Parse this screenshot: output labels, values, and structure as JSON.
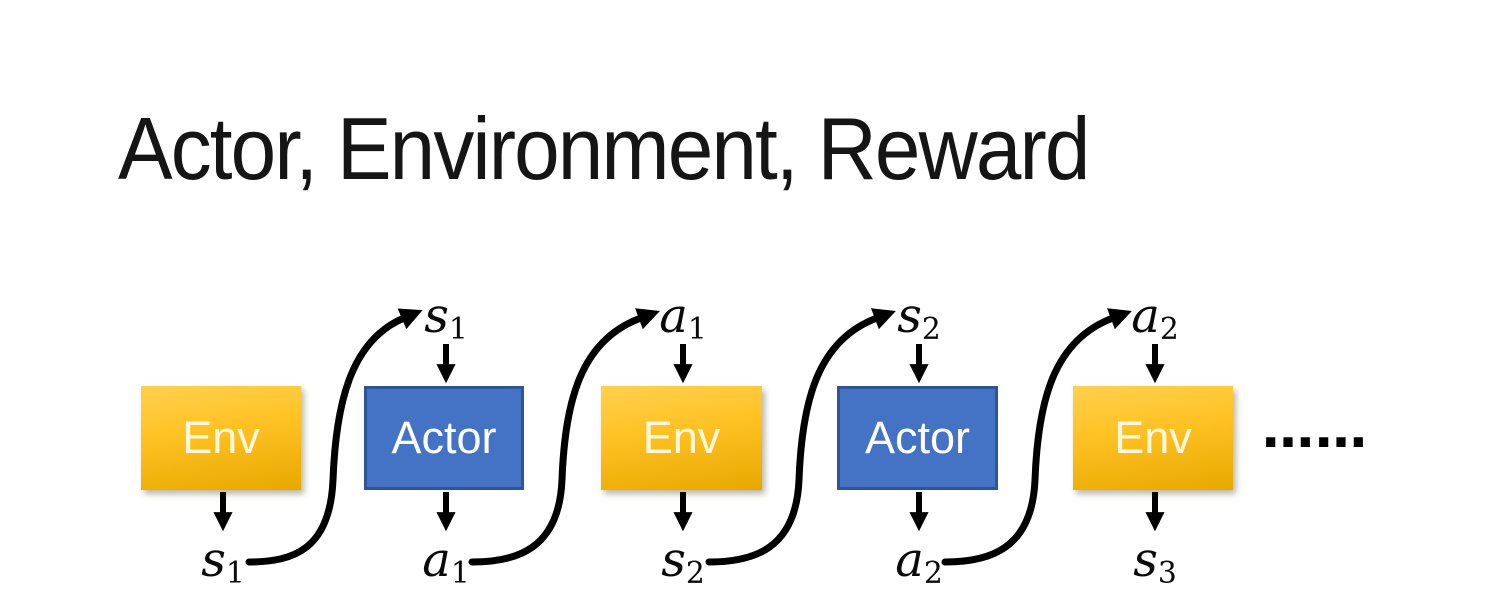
{
  "title": "Actor, Environment, Reward",
  "diagram": {
    "boxes": [
      {
        "label": "Env",
        "type": "env"
      },
      {
        "label": "Actor",
        "type": "actor"
      },
      {
        "label": "Env",
        "type": "env"
      },
      {
        "label": "Actor",
        "type": "actor"
      },
      {
        "label": "Env",
        "type": "env"
      }
    ],
    "top_labels": [
      {
        "base": "s",
        "sub": "1"
      },
      {
        "base": "a",
        "sub": "1"
      },
      {
        "base": "s",
        "sub": "2"
      },
      {
        "base": "a",
        "sub": "2"
      }
    ],
    "bottom_labels": [
      {
        "base": "s",
        "sub": "1"
      },
      {
        "base": "a",
        "sub": "1"
      },
      {
        "base": "s",
        "sub": "2"
      },
      {
        "base": "a",
        "sub": "2"
      },
      {
        "base": "s",
        "sub": "3"
      }
    ],
    "ellipsis": "……",
    "colors": {
      "env_top": "#FFD04E",
      "env_bottom": "#E8A800",
      "actor_fill": "#4472C4",
      "actor_border": "#2E5697",
      "arrow": "#000000"
    }
  }
}
